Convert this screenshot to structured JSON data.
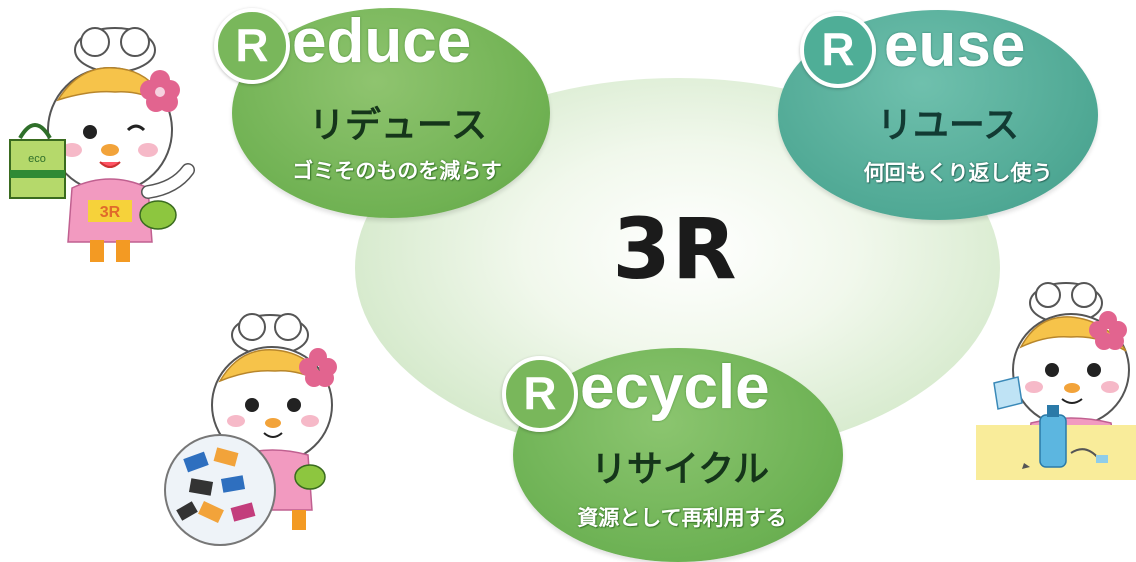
{
  "center": {
    "label": "3R"
  },
  "reduce": {
    "initial": "R",
    "rest": "educe",
    "kana": "リデュース",
    "description": "ゴミそのものを減らす"
  },
  "reuse": {
    "initial": "R",
    "rest": "euse",
    "kana": "リユース",
    "description": "何回もくり返し使う"
  },
  "recycle": {
    "initial": "R",
    "rest": "ecycle",
    "kana": "リサイクル",
    "description": "資源として再利用する"
  },
  "colors": {
    "reduce_green": "#6fb152",
    "reuse_teal": "#4fa894",
    "recycle_green": "#6cb153",
    "center_green": "#c5e0bb"
  }
}
